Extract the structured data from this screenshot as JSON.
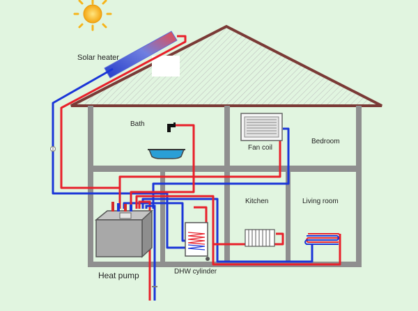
{
  "labels": {
    "solar_heater": "Solar heater",
    "bath": "Bath",
    "fan_coil": "Fan coil",
    "bedroom": "Bedroom",
    "kitchen": "Kitchen",
    "living_room": "Living room",
    "heat_pump": "Heat pump",
    "dhw_cylinder": "DHW cylinder"
  },
  "colors": {
    "background": "#e1f5e0",
    "wall": "#8f8f8f",
    "roof": "#7a3a36",
    "hot_pipe": "#e8202a",
    "cold_pipe": "#1a35d8",
    "sun": "#f6b41a"
  },
  "icons": [
    "sun-icon",
    "solar-panel-icon",
    "faucet-icon",
    "bathtub-icon",
    "fan-coil-icon",
    "radiator-icon",
    "floor-heating-icon",
    "heat-pump-icon",
    "dhw-cylinder-icon",
    "pump-icon"
  ]
}
